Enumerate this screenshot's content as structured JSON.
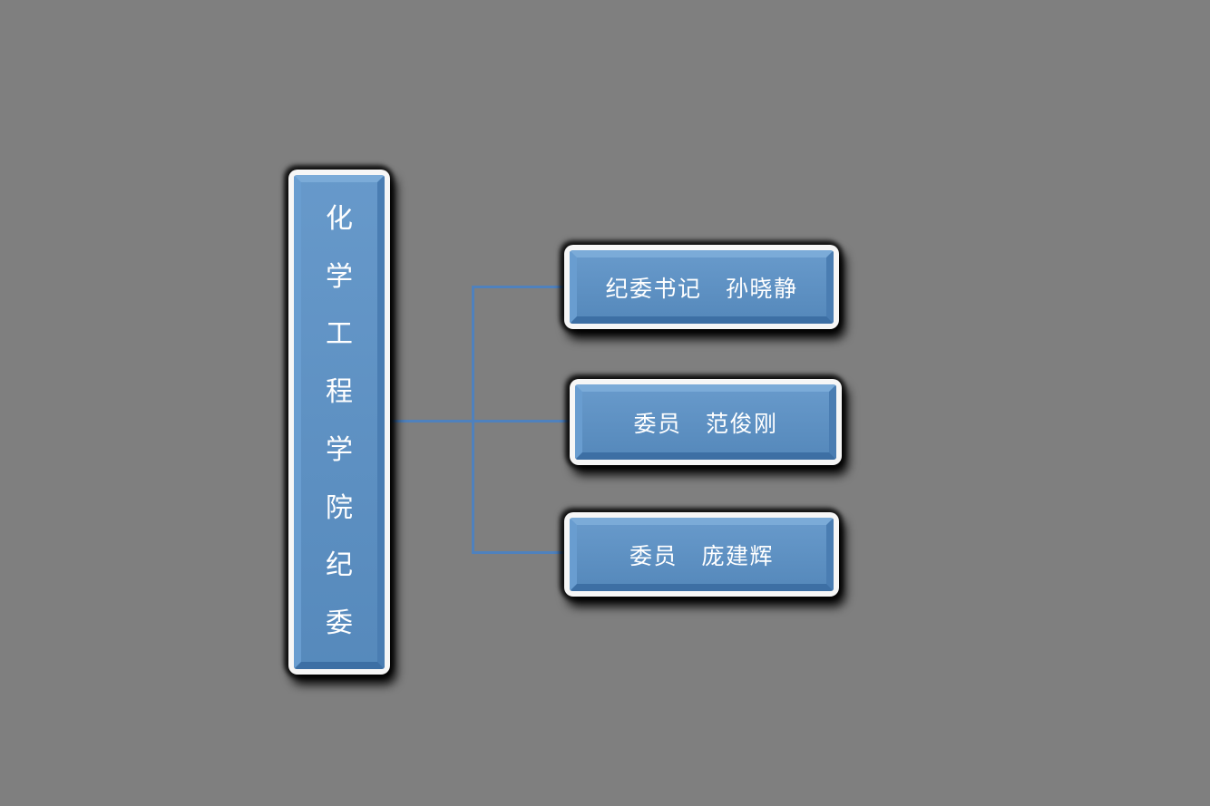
{
  "colors": {
    "background": "#7f7f7f",
    "node_fill": "#5b91c6",
    "node_bevel_top": "#7babd8",
    "node_bevel_left": "#699dd0",
    "node_bevel_right": "#4a7db2",
    "node_bevel_bottom": "#3d6fa4",
    "node_frame": "#f6f6f6",
    "connector": "#4f81bd",
    "text": "#ffffff"
  },
  "org_chart": {
    "root": {
      "label": "化学工程学院纪委"
    },
    "children": [
      {
        "label": "纪委书记　孙晓静"
      },
      {
        "label": "委员　范俊刚"
      },
      {
        "label": "委员　庞建辉"
      }
    ]
  }
}
